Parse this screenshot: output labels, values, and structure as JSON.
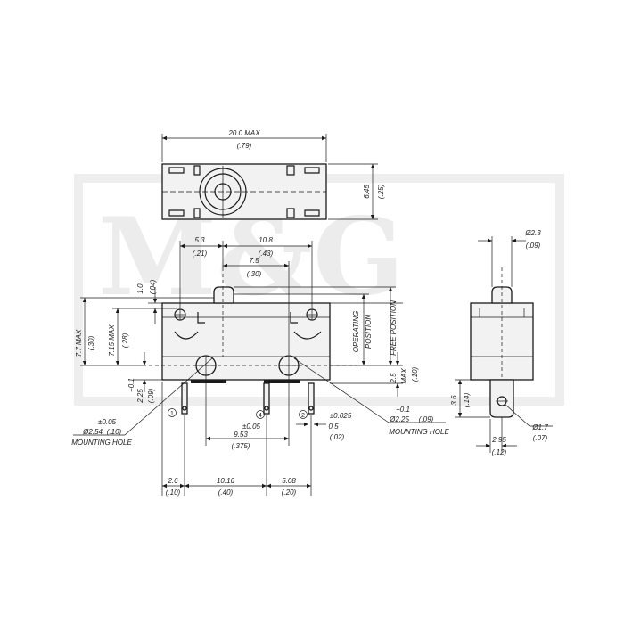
{
  "drawing": {
    "watermark_text": "M&G",
    "top_view": {
      "width": "20.0 MAX",
      "width_in": "(.79)",
      "depth": "6.45",
      "depth_in": "(.25)"
    },
    "front_view": {
      "d_5_3": "5.3",
      "d_5_3_in": "(.21)",
      "d_10_8": "10.8",
      "d_10_8_in": "(.43)",
      "d_7_5": "7.5",
      "d_7_5_in": "(.30)",
      "d_1_0": "1.0",
      "d_1_0_in": "(.04)",
      "d_7_7": "7.7 MAX",
      "d_7_7_in": "(.30)",
      "d_7_15": "7.15 MAX",
      "d_7_15_in": "(.28)",
      "operating_1": "OPERATING",
      "operating_2": "POSITION",
      "free_position": "FREE POSITION",
      "d_2_5": "2.5",
      "d_2_5_max": "MAX",
      "d_2_5_in": "(.10)",
      "tol_01_left": "+0.1",
      "d_2_25": "2.25",
      "d_2_25_in": "(.09)",
      "tol_005_left": "±0.05",
      "d_2_54": "Ø2.54",
      "d_2_54_in": "(.10)",
      "mounting_hole_left": "MOUNTING HOLE",
      "tol_005_mid": "±0.05",
      "d_9_53": "9.53",
      "d_9_53_in": "(.375)",
      "tol_0025": "±0.025",
      "d_0_5": "0.5",
      "d_0_5_in": "(.02)",
      "tol_01_right": "+0.1",
      "d_2_25_hole": "Ø2.25",
      "d_2_25_hole_in": "(.09)",
      "mounting_hole_right": "MOUNTING HOLE",
      "pin_1": "1",
      "pin_4": "4",
      "pin_2": "2",
      "d_2_6": "2.6",
      "d_2_6_in": "(.10)",
      "d_10_16": "10.16",
      "d_10_16_in": "(.40)",
      "d_5_08": "5.08",
      "d_5_08_in": "(.20)"
    },
    "side_view": {
      "d_2_3": "Ø2.3",
      "d_2_3_in": "(.09)",
      "d_3_6": "3.6",
      "d_3_6_in": "(.14)",
      "d_1_7": "Ø1.7",
      "d_1_7_in": "(.07)",
      "d_2_95": "2.95",
      "d_2_95_in": "(.12)"
    }
  }
}
